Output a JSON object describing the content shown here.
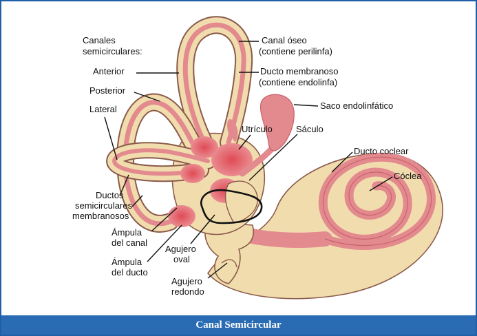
{
  "labels": {
    "canales_line1": "Canales",
    "canales_line2": "semicirculares:",
    "anterior": "Anterior",
    "posterior": "Posterior",
    "lateral": "Lateral",
    "ductos_line1": "Ductos",
    "ductos_line2": "semicirculares",
    "ductos_line3": "membranosos",
    "ampula_canal_line1": "Ámpula",
    "ampula_canal_line2": "del canal",
    "ampula_ducto_line1": "Ámpula",
    "ampula_ducto_line2": "del ducto",
    "agujero_oval_line1": "Agujero",
    "agujero_oval_line2": "oval",
    "agujero_redondo_line1": "Agujero",
    "agujero_redondo_line2": "redondo",
    "canal_oseo_line1": "Canal óseo",
    "canal_oseo_line2": "(contiene perilinfa)",
    "ducto_membranoso_line1": "Ducto membranoso",
    "ducto_membranoso_line2": "(contiene endolinfa)",
    "saco_endolinfatico": "Saco endolinfático",
    "utriculo": "Utrículo",
    "saculo": "Sáculo",
    "ducto_coclear": "Ducto coclear",
    "coclea": "Cóclea"
  },
  "caption": "Canal Semicircular",
  "colors": {
    "border": "#1e5fa8",
    "caption_bg": "#2a6cb3",
    "bone": "#f1dcae",
    "bone_outline": "#8a5a4a",
    "membrane": "#e38a8f",
    "membrane_dark": "#d9545e"
  }
}
